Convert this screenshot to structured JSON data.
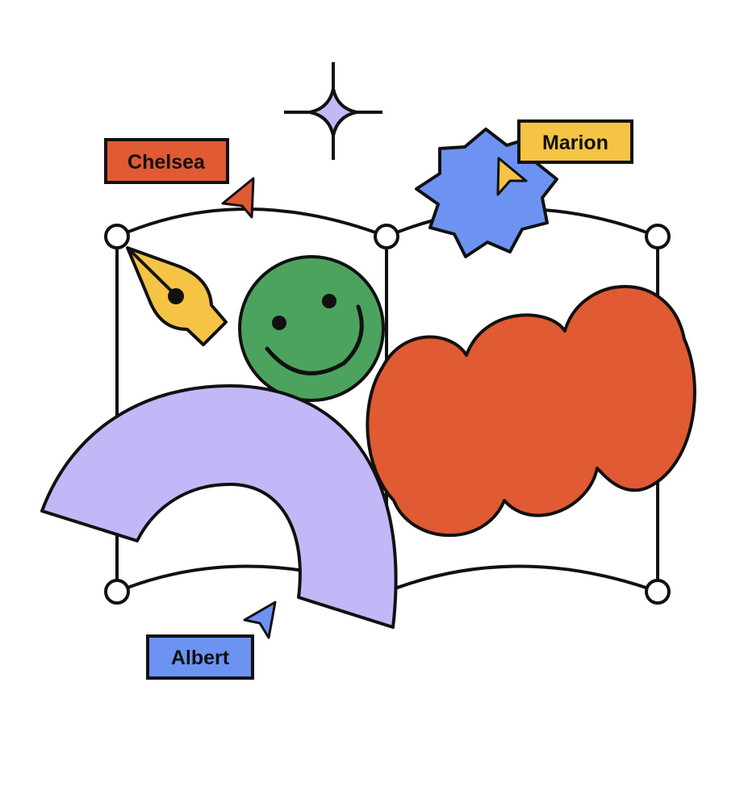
{
  "collaborators": [
    {
      "name": "Chelsea",
      "color": "#E05A33",
      "icon": "cursor-arrow-icon"
    },
    {
      "name": "Marion",
      "color": "#F5C444",
      "icon": "cursor-arrow-icon"
    },
    {
      "name": "Albert",
      "color": "#6C93F2",
      "icon": "cursor-arrow-icon"
    }
  ],
  "shapes": {
    "sparkle_color": "#C3B8F7",
    "badge_color": "#6C93F2",
    "smiley_color": "#4CA35E",
    "pen_color": "#F5C444",
    "cloud_color": "#E05A33",
    "arch_color": "#C3B8F7",
    "stroke_color": "#111111"
  }
}
